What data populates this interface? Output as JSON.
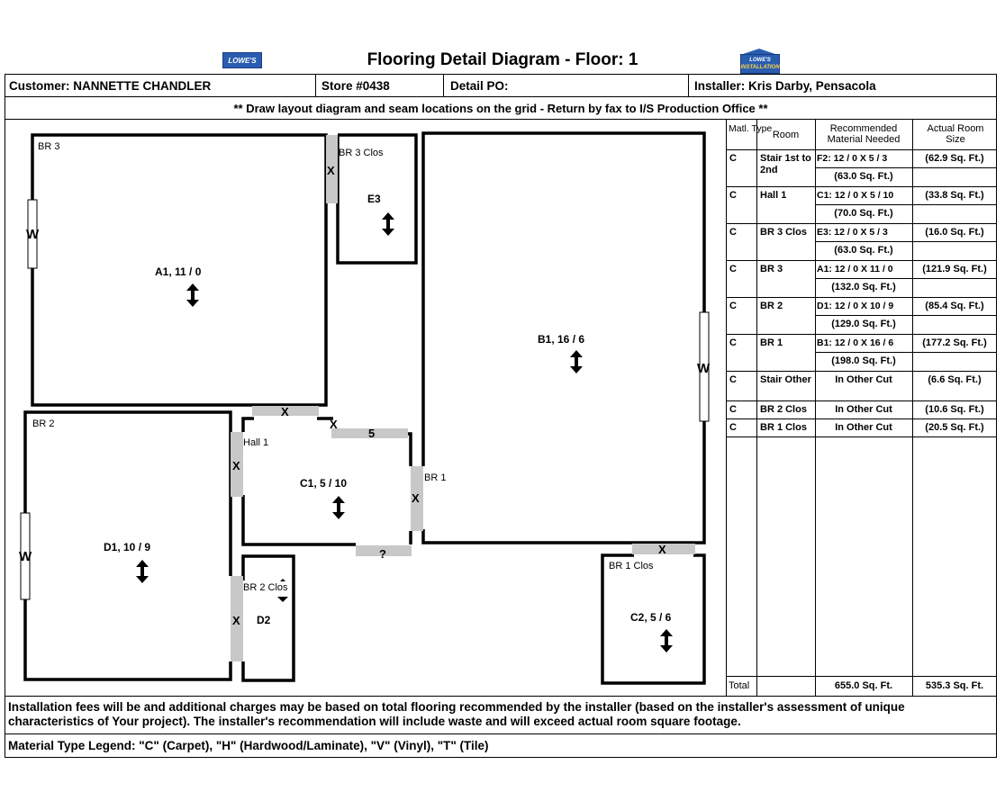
{
  "header": {
    "title": "Flooring Detail Diagram - Floor: 1",
    "logo_left": "LOWE'S",
    "logo_right_top": "LOWE'S",
    "logo_right_bottom": "INSTALLATION",
    "customer": "Customer: NANNETTE CHANDLER",
    "store": "Store #0438",
    "detail_po": "Detail PO:",
    "installer": "Installer: Kris Darby, Pensacola",
    "note": "** Draw layout diagram and seam locations on the grid - Return by fax to I/S Production Office **"
  },
  "diagram": {
    "rooms": {
      "br3": "BR 3",
      "br3_clos": "BR 3 Clos",
      "br2": "BR 2",
      "hall1": "Hall 1",
      "br1": "BR 1",
      "br2_clos": "BR 2 Clos",
      "br1_clos": "BR 1 Clos"
    },
    "cuts": {
      "a1": "A1, 11 / 0",
      "b1": "B1, 16 / 6",
      "c1": "C1, 5 / 10",
      "d1": "D1, 10 / 9",
      "c2": "C2, 5 / 6",
      "e3": "E3",
      "d2": "D2"
    },
    "markers": {
      "w": "W",
      "x": "X",
      "five": "5",
      "q": "?"
    }
  },
  "table": {
    "headers": [
      "Matl. Type",
      "Room",
      "Recommended Material Needed",
      "Actual Room Size"
    ],
    "rows": [
      {
        "type": "C",
        "room": "Stair 1st to 2nd",
        "rec1": "F2: 12 / 0 X 5 / 3",
        "rec2": "(63.0 Sq. Ft.)",
        "actual": "(62.9 Sq. Ft.)"
      },
      {
        "type": "C",
        "room": "Hall 1",
        "rec1": "C1: 12 / 0 X 5 / 10",
        "rec2": "(70.0 Sq. Ft.)",
        "actual": "(33.8 Sq. Ft.)"
      },
      {
        "type": "C",
        "room": "BR 3 Clos",
        "rec1": "E3: 12 / 0 X 5 / 3",
        "rec2": "(63.0 Sq. Ft.)",
        "actual": "(16.0 Sq. Ft.)"
      },
      {
        "type": "C",
        "room": "BR 3",
        "rec1": "A1: 12 / 0 X 11 / 0",
        "rec2": "(132.0 Sq. Ft.)",
        "actual": "(121.9 Sq. Ft.)"
      },
      {
        "type": "C",
        "room": "BR 2",
        "rec1": "D1: 12 / 0 X 10 / 9",
        "rec2": "(129.0 Sq. Ft.)",
        "actual": "(85.4 Sq. Ft.)"
      },
      {
        "type": "C",
        "room": "BR 1",
        "rec1": "B1: 12 / 0 X 16 / 6",
        "rec2": "(198.0 Sq. Ft.)",
        "actual": "(177.2 Sq. Ft.)"
      },
      {
        "type": "C",
        "room": "Stair Other",
        "rec1": "In Other Cut",
        "actual": "(6.6 Sq. Ft.)"
      },
      {
        "type": "C",
        "room": "BR 2 Clos",
        "rec1": "In Other Cut",
        "actual": "(10.6 Sq. Ft.)"
      },
      {
        "type": "C",
        "room": "BR 1 Clos",
        "rec1": "In Other Cut",
        "actual": "(20.5 Sq. Ft.)"
      }
    ],
    "total_label": "Total",
    "total_recommended": "655.0 Sq. Ft.",
    "total_actual": "535.3 Sq. Ft."
  },
  "footer": {
    "fees": "Installation fees will be and additional charges may be based on total flooring recommended by the installer (based on the installer's assessment of unique characteristics of Your project). The installer's recommendation will include waste and will exceed actual room square footage.",
    "legend": "Material Type Legend: \"C\" (Carpet), \"H\" (Hardwood/Laminate), \"V\" (Vinyl), \"T\" (Tile)"
  }
}
